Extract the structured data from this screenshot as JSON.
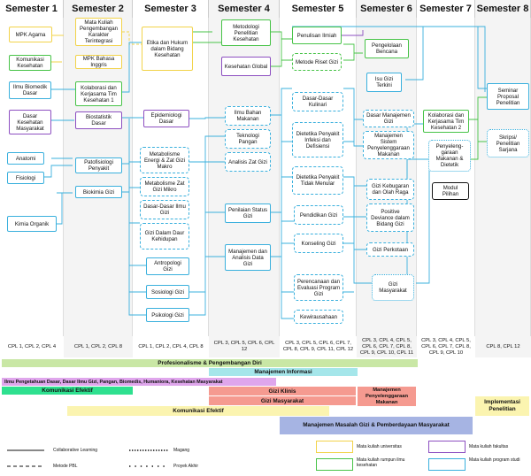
{
  "semesters": [
    "Semester 1",
    "Semester 2",
    "Semester 3",
    "Semester 4",
    "Semester 5",
    "Semester 6",
    "Semester 7",
    "Semester 8"
  ],
  "courses": {
    "mpk_agama": "MPK Agama",
    "mk_karakter": "Mata Kuliah Pengembangan Karakter Terintegrasi",
    "etika": "Etika dan Hukum dalam Bidang Kesehatan",
    "metodologi": "Metodologi Penelitian Kesehatan",
    "penulisan": "Penulisan Ilmiah",
    "pengelolaan": "Pengelolaan Bencana",
    "komkes": "Komunikasi Kesehatan",
    "inggris": "MPK Bahasa Inggris",
    "keskes_global": "Kesehatan Global",
    "metode_riset": "Metode Riset Gizi",
    "biomedik": "Ilmu Biomedik Dasar",
    "kolab1": "Kolaborasi dan Kerjasama Tim Kesehatan 1",
    "isu_gizi": "Isu Gizi Terkini",
    "ksm": "Dasar Kesehatan Masyarakat",
    "biostatistik": "Biostatistik Dasar",
    "epidemiologi": "Epidemiologi Dasar",
    "ibm": "Ilmu Bahan Makanan",
    "ddk": "Dasar-Dasar Kulinari",
    "dmg": "Dasar Manajemen Gizi",
    "kolab2": "Kolaborasi dan Kerjasama Tim Kesehatan 2",
    "seminar": "Seminar Proposal Penelitian",
    "tekpangan": "Teknologi Pangan",
    "dpid": "Dietetika Penyakit Infeksi dan Defisiensi",
    "msp": "Manajemen Sistem Penyelenggaraan Makanan",
    "anatomi": "Anatomi",
    "patofisiologi": "Patofisiologi Penyakit",
    "metab_makro": "Metabolisme Energi & Zat Gizi Makro",
    "analisis": "Analisis Zat Gizi",
    "penyelenggaraan": "Penyeleng-garaan Makanan & Dietetik",
    "skripsi": "Skripsi/ Penelitian Sarjana",
    "fisiologi": "Fisiologi",
    "metab_mikro": "Metabolisme Zat Gizi Mikro",
    "dptm": "Dietetika Penyakit Tidak Menular",
    "gizi_keb": "Gizi Kebugaran dan Olah Raga",
    "modul": "Modul Pilihan",
    "kimia": "Kimia Organik",
    "biokimia": "Biokimia Gizi",
    "ddig": "Dasar-Dasar Ilmu Gizi",
    "psg": "Penilaian Status Gizi",
    "pendidikan": "Pendidikan Gizi",
    "positive": "Positive Deviance dalam Bidang Gizi",
    "gdk": "Gizi Dalam Daur Kehidupan",
    "konseling": "Konseling Gizi",
    "gizi_perk": "Gizi Perkotaan",
    "antropologi": "Antropologi Gizi",
    "madg": "Manajemen dan Analisis Data Gizi",
    "perencanaan": "Perencanaan dan Evaluasi Program Gizi",
    "sosiologi": "Sosiologi Gizi",
    "gizi_mas": "Gizi Masyarakat",
    "psikologi": "Psikologi Gizi",
    "kewirausahaan": "Kewirausahaan"
  },
  "cpl": [
    "CPL 1, CPL 2, CPL 4",
    "CPL 1, CPL 2, CPL 8",
    "CPL 1, CPL 2, CPL 4, CPL 8",
    "CPL 3, CPL 5, CPL 6, CPL 12",
    "CPL 3, CPL 5, CPL 6, CPL 7, CPL 8, CPL 9, CPL 11, CPL 12",
    "CPL 3, CPL 4, CPL 5, CPL 6, CPL 7, CPL 8, CPL 9, CPL 10, CPL 11",
    "CPL 3, CPL 4, CPL 5, CPL 6, CPL 7, CPL 8, CPL 9, CPL 10",
    "CPL 8, CPL 12"
  ],
  "bands": {
    "profesionalisme": "Profesionalisme & Pengembangan Diri",
    "manajemen_info": "Manajemen Informasi",
    "ilmu_pengetahuan": "Ilmu Pengetahuan Dasar, Dasar Ilmu Gizi, Pangan, Biomedis, Humaniora, Kesehatan Masyarakat",
    "komunikasi_efektif_1": "Komunikasi Efektif",
    "gizi_klinis": "Gizi Klinis",
    "manajemen_ppm": "Manajemen Penyelenggaraan Makanan",
    "gizi_masyarakat": "Gizi Masyarakat",
    "komunikasi_efektif_2": "Komunikasi Efektif",
    "implementasi": "Implementasi Penelitian",
    "manajemen_masalah": "Manajemen Masalah Gizi & Pemberdayaan Masyarakat"
  },
  "legend": {
    "collaborative": "Collaborative Learning",
    "magang": "Magang",
    "pbl": "Metode PBL",
    "proyek": "Proyek Akhir",
    "univ": "Mata kuliah universitas",
    "fak": "Mata kuliah fakultas",
    "rumpun": "Mata kuliah rumpun ilmu kesehatan",
    "prodi": "Mata kuliah program studi"
  },
  "colors": {
    "univ": "#f2d34a",
    "fak": "#8d4fc1",
    "rumpun": "#47c347",
    "prodi": "#3ab0dd",
    "band_green": "#c9e7a5",
    "band_cyan": "#a5e6ea",
    "band_purple": "#dfa6ec",
    "band_teal": "#2ee08f",
    "band_salmon": "#f59a90",
    "band_yellow": "#fbf4b0",
    "band_blue": "#a6b4e3"
  }
}
